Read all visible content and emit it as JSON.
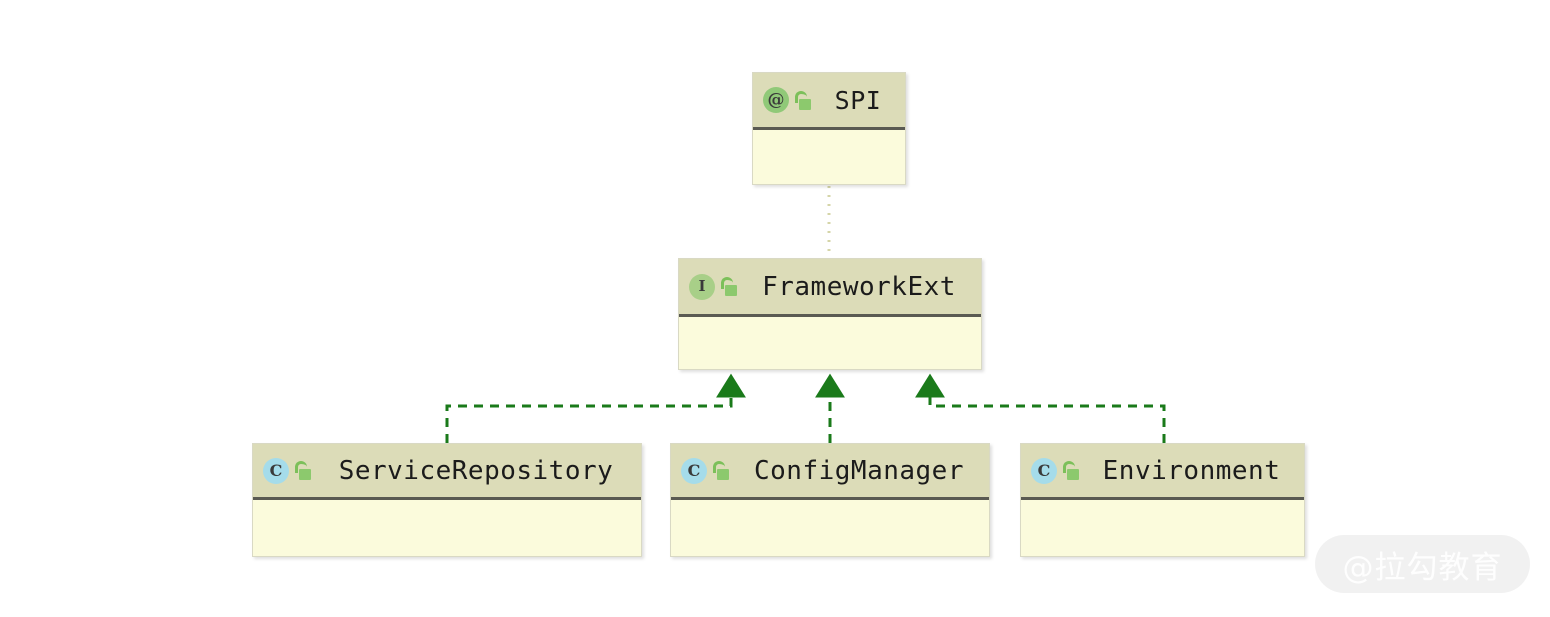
{
  "diagram": {
    "type": "uml-class-diagram",
    "background_color": "#ffffff",
    "header_color": "#dcdcb8",
    "body_color": "#fbfbdc",
    "relation_color": "#1a7a1a",
    "annotation_link_color": "#d5d5a8",
    "nodes": [
      {
        "id": "spi",
        "name": "SPI",
        "stereotype": "annotation",
        "badge_letter": "@",
        "badge_color": "#90c978",
        "visibility_icon": "unlocked-padlock-icon",
        "members": []
      },
      {
        "id": "frameworkext",
        "name": "FrameworkExt",
        "stereotype": "interface",
        "badge_letter": "I",
        "badge_color": "#a8cf88",
        "visibility_icon": "unlocked-padlock-icon",
        "members": []
      },
      {
        "id": "servicerepository",
        "name": "ServiceRepository",
        "stereotype": "class",
        "badge_letter": "C",
        "badge_color": "#a5dcea",
        "visibility_icon": "unlocked-padlock-icon",
        "members": []
      },
      {
        "id": "configmanager",
        "name": "ConfigManager",
        "stereotype": "class",
        "badge_letter": "C",
        "badge_color": "#a5dcea",
        "visibility_icon": "unlocked-padlock-icon",
        "members": []
      },
      {
        "id": "environment",
        "name": "Environment",
        "stereotype": "class",
        "badge_letter": "C",
        "badge_color": "#a5dcea",
        "visibility_icon": "unlocked-padlock-icon",
        "members": []
      }
    ],
    "edges": [
      {
        "from": "spi",
        "to": "frameworkext",
        "kind": "annotation-link",
        "style": "dotted",
        "arrowhead": "none"
      },
      {
        "from": "servicerepository",
        "to": "frameworkext",
        "kind": "realization",
        "style": "dashed",
        "arrowhead": "closed-triangle"
      },
      {
        "from": "configmanager",
        "to": "frameworkext",
        "kind": "realization",
        "style": "dashed",
        "arrowhead": "closed-triangle"
      },
      {
        "from": "environment",
        "to": "frameworkext",
        "kind": "realization",
        "style": "dashed",
        "arrowhead": "closed-triangle"
      }
    ]
  },
  "watermark": {
    "text": "@拉勾教育"
  }
}
